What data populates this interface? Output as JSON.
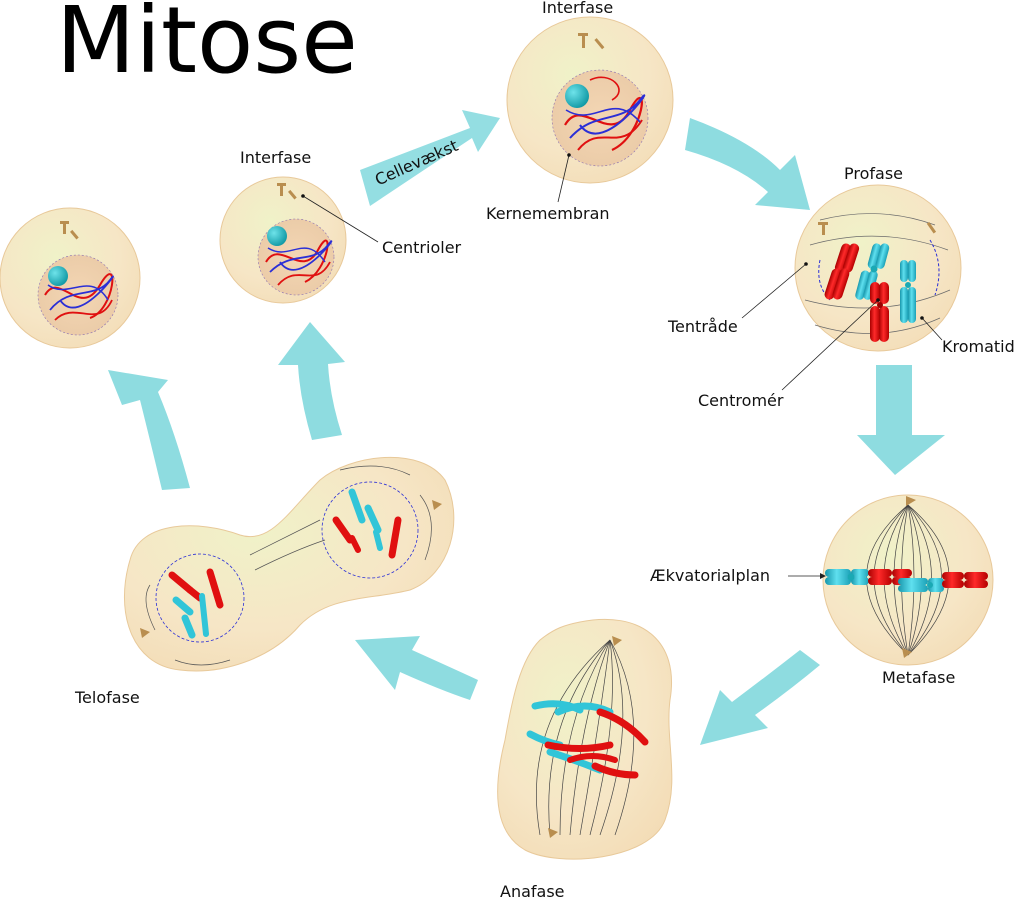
{
  "title": "Mitose",
  "colors": {
    "cell_fill": "#f7e5c4",
    "cell_stroke": "#e8c99a",
    "arrow": "#8edce0",
    "chromatid_red": "#e01010",
    "chromatid_blue": "#31c5d8",
    "dna_blue": "#2b2fd6",
    "nucleolus": "#1aa9b4",
    "centriole": "#b98e4f"
  },
  "labels": {
    "interfase_top": "Interfase",
    "interfase_left": "Interfase",
    "profase": "Profase",
    "metafase": "Metafase",
    "anafase": "Anafase",
    "telofase": "Telofase",
    "cellevaekst": "Cellevækst",
    "centrioler": "Centrioler",
    "kernemembran": "Kernemembran",
    "tentrade": "Tentråde",
    "centromer": "Centromér",
    "kromatid": "Kromatid",
    "aekvatorialplan": "Ækvatorialplan"
  }
}
